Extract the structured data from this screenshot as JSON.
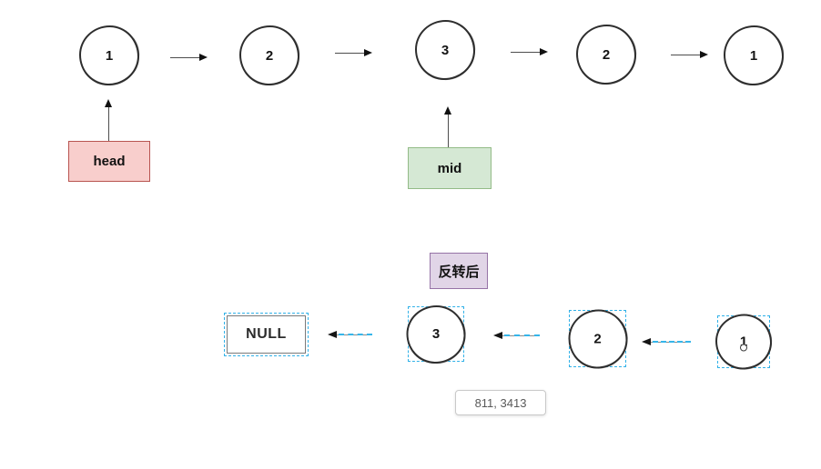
{
  "top_list": {
    "nodes": [
      {
        "label": "1"
      },
      {
        "label": "2"
      },
      {
        "label": "3"
      },
      {
        "label": "2"
      },
      {
        "label": "1"
      }
    ]
  },
  "pointers": {
    "head": {
      "label": "head",
      "fill": "#f8cecc",
      "border": "#b85450"
    },
    "mid": {
      "label": "mid",
      "fill": "#d5e8d4",
      "border": "#93bb87"
    }
  },
  "reversed": {
    "title": {
      "label": "反转后",
      "fill": "#e1d5e7",
      "border": "#9673a6"
    },
    "null_box": {
      "label": "NULL"
    },
    "nodes": [
      {
        "label": "3"
      },
      {
        "label": "2"
      },
      {
        "label": "1"
      }
    ]
  },
  "position_tooltip": {
    "text": "811, 3413"
  },
  "colors": {
    "selection_dash": "#30b1e8",
    "shape_stroke": "#2e2e2e",
    "arrow_stroke": "#4d4d4d",
    "tooltip_text": "#595959"
  }
}
